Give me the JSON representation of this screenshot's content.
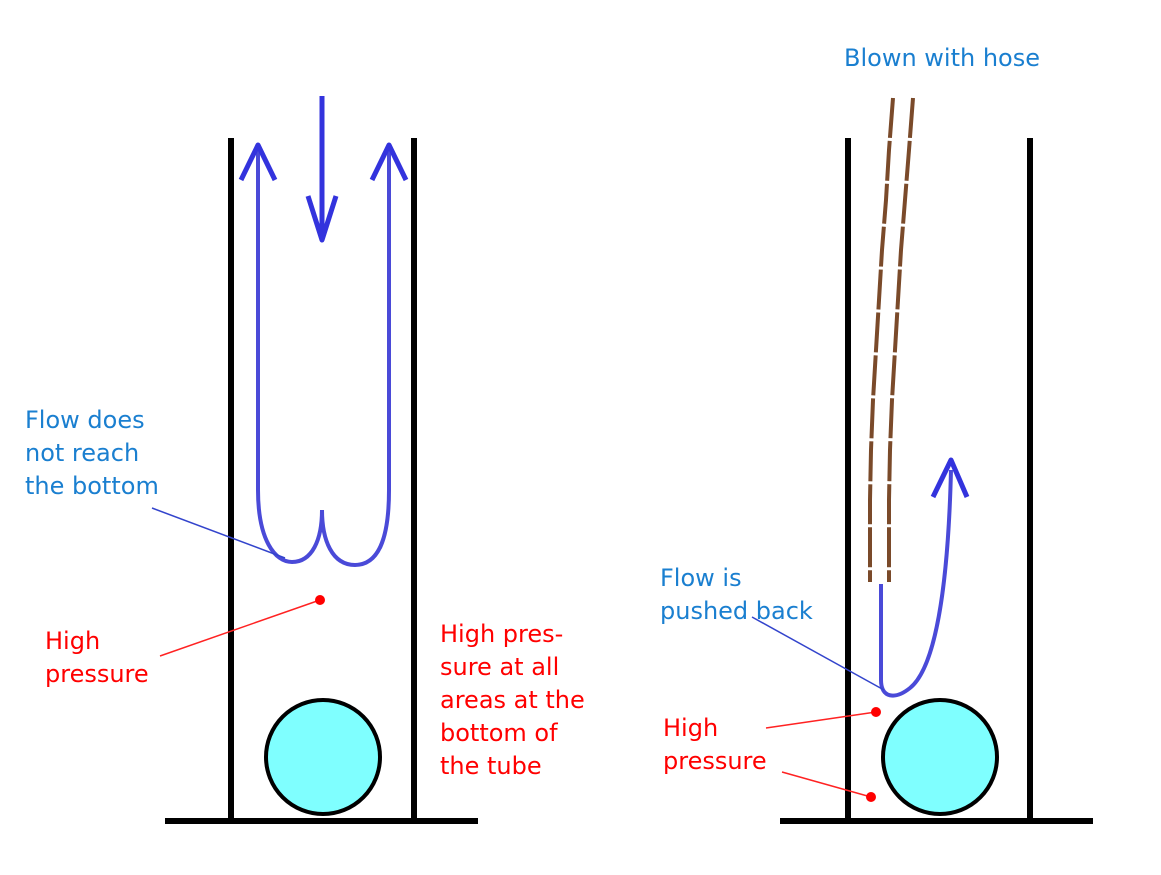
{
  "colors": {
    "tube": "#000000",
    "flow": "#3333dd",
    "hose": "#7a4a2a",
    "ball_fill": "#7fffff",
    "blue_text": "#1a7fd0",
    "red_text": "#ff0000"
  },
  "left_panel": {
    "flow_label": "Flow does\nnot reach\nthe bottom",
    "pressure_label": "High\npressure",
    "bottom_label": "High pres-\nsure at all\nareas at the\nbottom of\nthe tube"
  },
  "right_panel": {
    "hose_label": "Blown with hose",
    "flow_label": "Flow is\npushed back",
    "pressure_label": "High\npressure"
  }
}
